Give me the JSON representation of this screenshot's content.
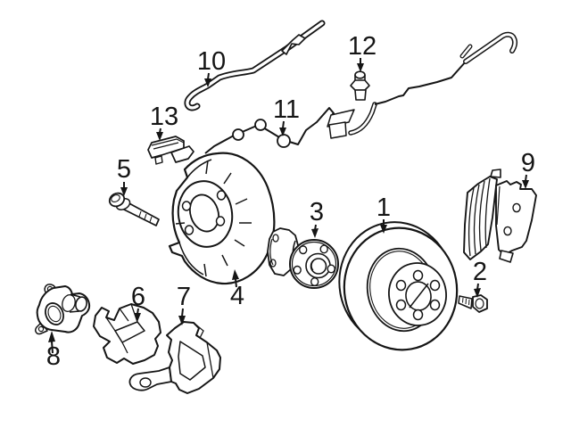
{
  "page": {
    "background": "#ffffff"
  },
  "diagram": {
    "line_color": "#151515",
    "label_color": "#151515",
    "callouts": [
      {
        "label": "1"
      },
      {
        "label": "2"
      },
      {
        "label": "3"
      },
      {
        "label": "4"
      },
      {
        "label": "5"
      },
      {
        "label": "6"
      },
      {
        "label": "7"
      },
      {
        "label": "8"
      },
      {
        "label": "9"
      },
      {
        "label": "10"
      },
      {
        "label": "11"
      },
      {
        "label": "12"
      },
      {
        "label": "13"
      }
    ]
  }
}
